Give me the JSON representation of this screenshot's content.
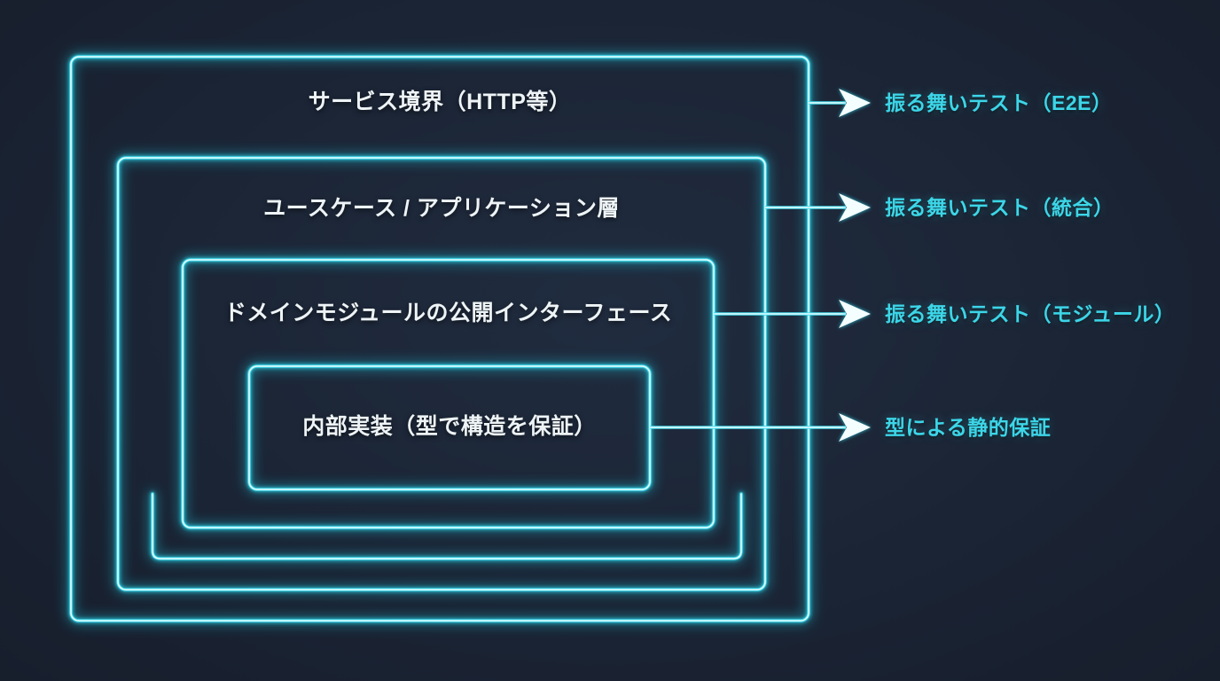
{
  "palette": {
    "background": "#1b2433",
    "neon_stroke": "#45dcee",
    "neon_core": "#e9fdff",
    "neon_glow": "#2fd2e6",
    "label_text": "#3cd6e8",
    "title_text": "#eef4f6",
    "arrowhead_fill": "#f4feff"
  },
  "layers": [
    {
      "title": "サービス境界（HTTP等）",
      "label": "振る舞いテスト（E2E）"
    },
    {
      "title": "ユースケース / アプリケーション層",
      "label": "振る舞いテスト（統合）"
    },
    {
      "title": "ドメインモジュールの公開インターフェース",
      "label": "振る舞いテスト（モジュール）"
    },
    {
      "title": "内部実装（型で構造を保証）",
      "label": "型による静的保証"
    }
  ]
}
